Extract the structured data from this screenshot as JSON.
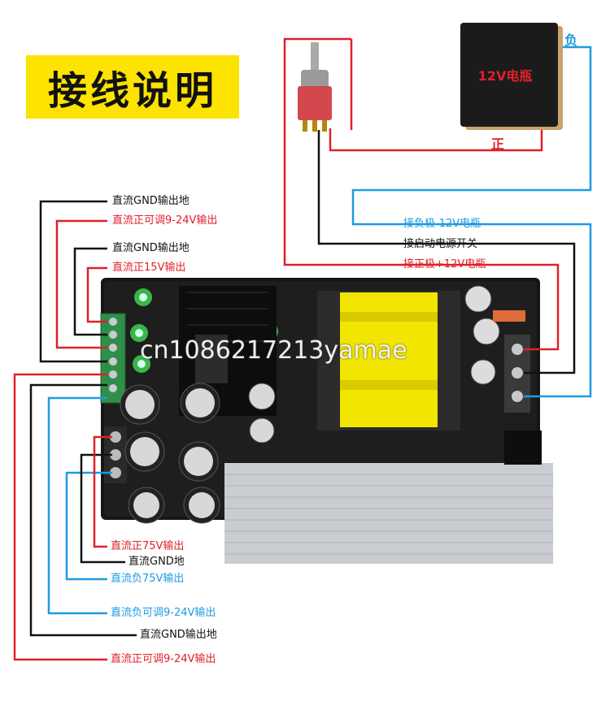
{
  "title": "接线说明",
  "battery": {
    "label": "12V电瓶",
    "neg_tag": "负",
    "pos_tag": "正"
  },
  "watermark": "cn1086217213yamae",
  "labels_left_top": [
    {
      "text": "直流GND输出地",
      "color": "black"
    },
    {
      "text": "直流正可调9-24V输出",
      "color": "red"
    },
    {
      "text": "直流GND输出地",
      "color": "black"
    },
    {
      "text": "直流正15V输出",
      "color": "red"
    }
  ],
  "labels_right": [
    {
      "text": "接负极-12V电瓶",
      "color": "blue"
    },
    {
      "text": "接启动电源开关",
      "color": "black"
    },
    {
      "text": "接正极+12V电瓶",
      "color": "red"
    }
  ],
  "labels_bottom": [
    {
      "text": "直流正75V输出",
      "color": "red"
    },
    {
      "text": "直流GND地",
      "color": "black"
    },
    {
      "text": "直流负75V输出",
      "color": "blue"
    },
    {
      "text": "直流负可调9-24V输出",
      "color": "blue"
    },
    {
      "text": "直流GND输出地",
      "color": "black"
    },
    {
      "text": "直流正可调9-24V输出",
      "color": "red"
    }
  ],
  "colors": {
    "red": "#e0202a",
    "blue": "#1e9be0",
    "black": "#111111",
    "accent": "#fce300"
  }
}
